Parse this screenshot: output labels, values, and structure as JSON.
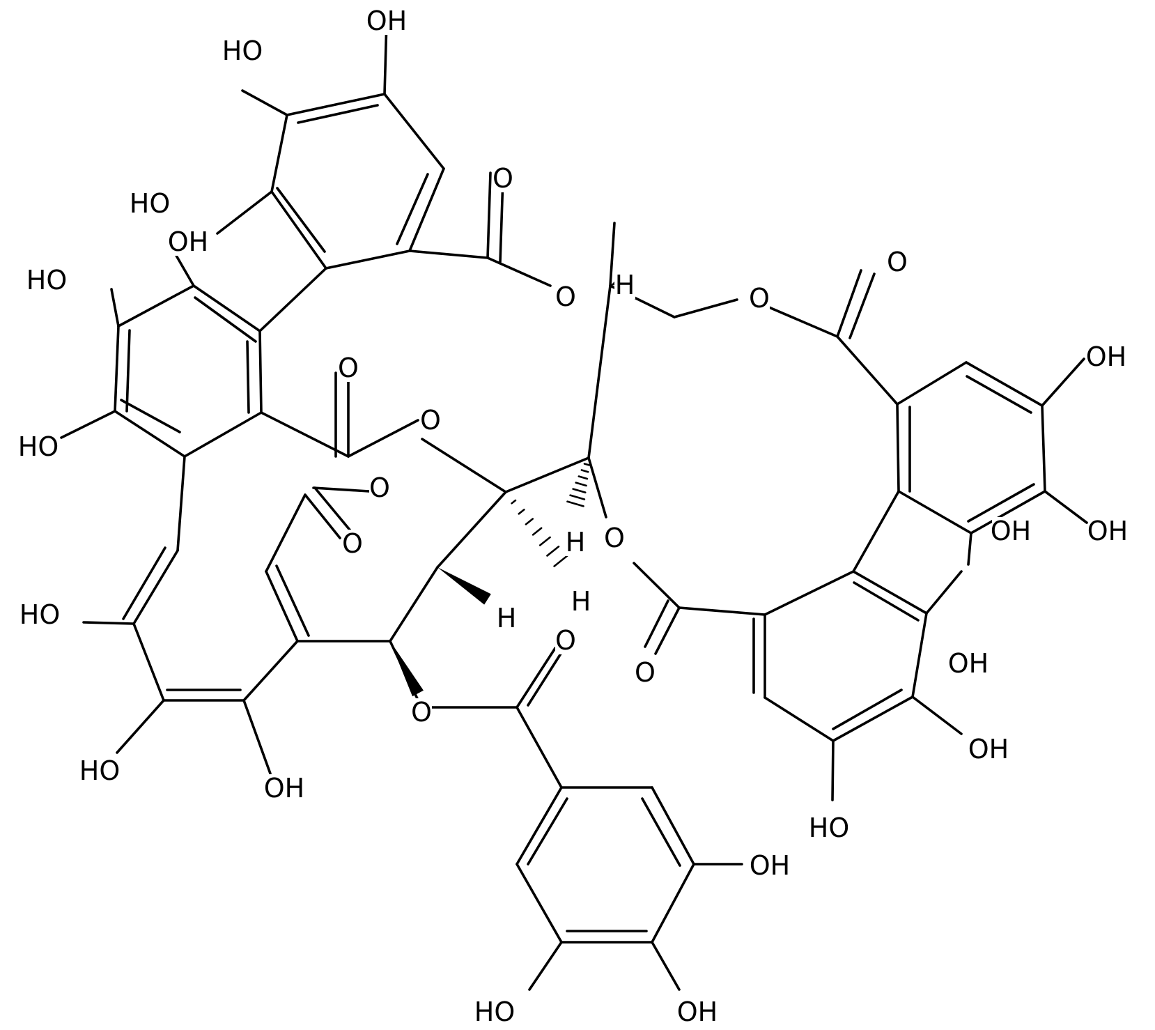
{
  "diagram": {
    "labels": {
      "hydroxyl": "OH",
      "hydroxyl_left": "HO",
      "oxygen": "O",
      "hydrogen": "H"
    },
    "colors": {
      "ink": "#000000",
      "background": "#ffffff"
    }
  }
}
